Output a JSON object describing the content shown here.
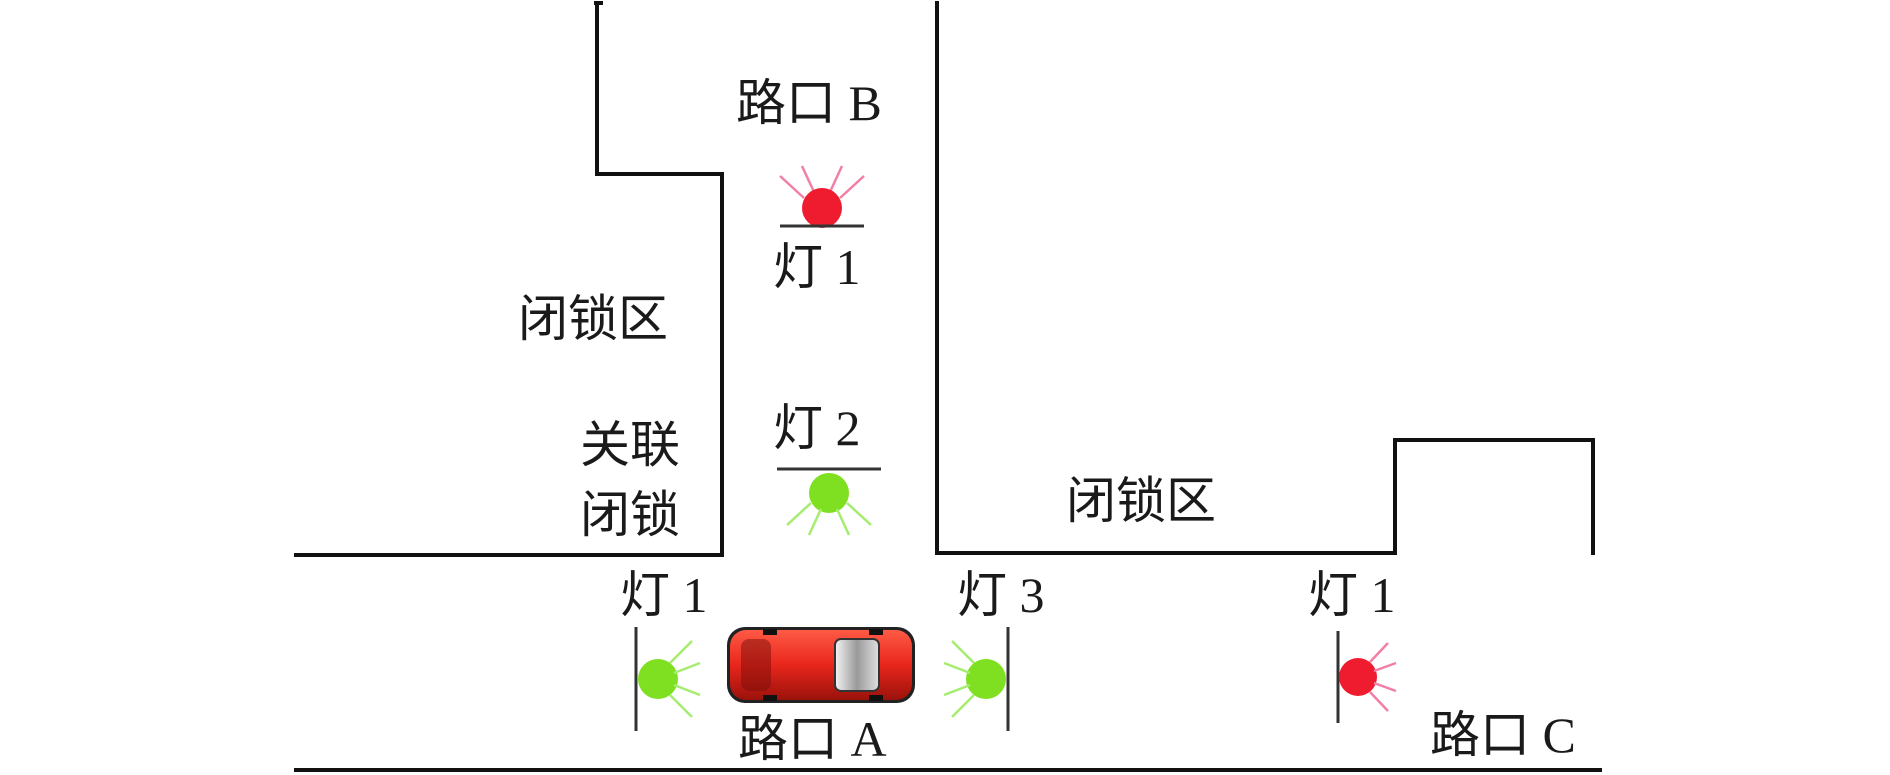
{
  "labels": {
    "intersection_a": "路口 A",
    "intersection_b": "路口 B",
    "intersection_c": "路口 C",
    "lock_zone_left": "闭锁区",
    "lock_zone_right": "闭锁区",
    "assoc_lock_line1": "关联",
    "assoc_lock_line2": "闭锁",
    "light_b1": "灯 1",
    "light_b2": "灯 2",
    "light_a1": "灯 1",
    "light_a3": "灯 3",
    "light_c1": "灯 1"
  },
  "colors": {
    "red_light": "#ee1c2e",
    "green_light": "#7ee021",
    "red_rays": "#f27fa8",
    "green_rays": "#a6ec6f",
    "car_body": "#e8261c",
    "walls": "#111111"
  },
  "lights": {
    "b1": "red",
    "b2": "green",
    "a1": "green",
    "a3": "green",
    "c1": "red"
  },
  "icons": {
    "car": "car-icon",
    "light": "traffic-light-icon"
  }
}
